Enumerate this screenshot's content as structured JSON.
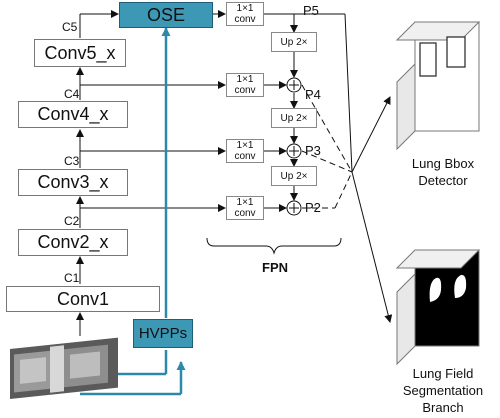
{
  "backbone": {
    "conv1": "Conv1",
    "conv2": "Conv2_x",
    "conv3": "Conv3_x",
    "conv4": "Conv4_x",
    "conv5": "Conv5_x",
    "c2": "C2",
    "c3": "C3",
    "c4": "C4",
    "c5": "C5"
  },
  "modules": {
    "ose": "OSE",
    "hvpps": "HVPPs"
  },
  "fpn": {
    "conv_line1": "1×1",
    "conv_line2": "conv",
    "up": "Up 2×",
    "p5": "P5",
    "p4": "P4",
    "p3": "P3",
    "p2": "P2",
    "label": "FPN"
  },
  "outputs": {
    "detector_line1": "Lung Bbox",
    "detector_line2": "Detector",
    "seg_line1": "Lung Field",
    "seg_line2": "Segmentation",
    "seg_line3": "Branch"
  },
  "colors": {
    "teal": "#3d98b5",
    "teal_line": "#2c8aa8"
  }
}
